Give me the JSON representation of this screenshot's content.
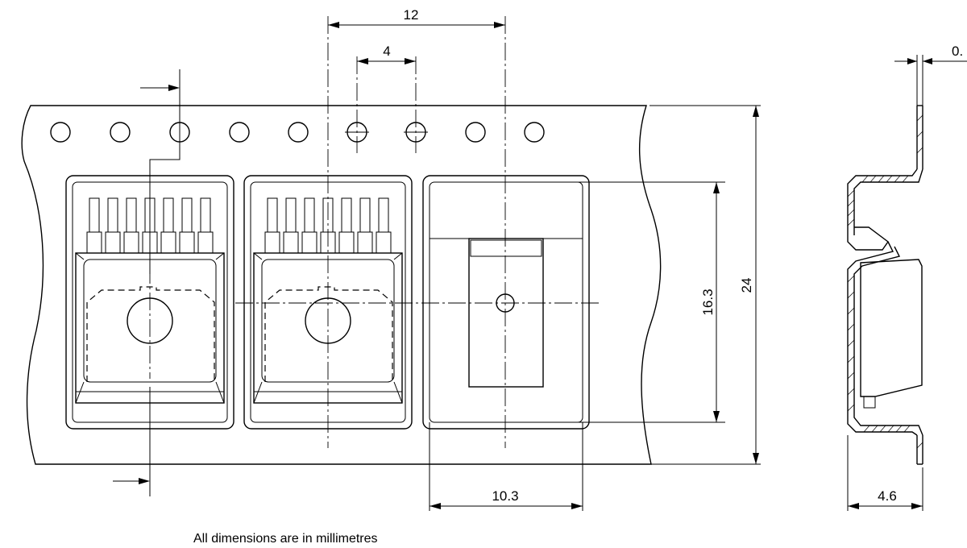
{
  "dimensions": {
    "pitch_12": "12",
    "hole_pitch_4": "4",
    "thickness": "0.",
    "tape_width_24": "24",
    "pocket_length_16_3": "16.3",
    "pocket_width_10_3": "10.3",
    "depth_4_6": "4.6"
  },
  "footnote": "All dimensions are in millimetres"
}
